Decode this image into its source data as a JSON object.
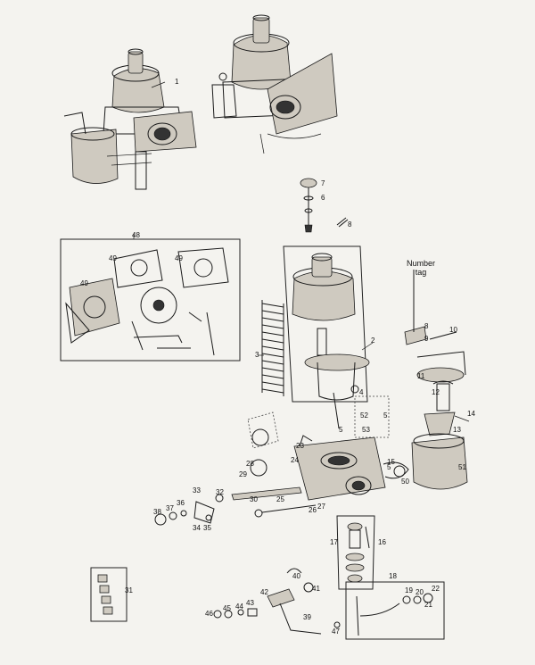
{
  "callout": {
    "line1": "Number",
    "line2": "tag"
  },
  "labels": [
    "1",
    "2",
    "3",
    "4",
    "5",
    "6",
    "7",
    "8",
    "8",
    "9",
    "10",
    "11",
    "12",
    "13",
    "14",
    "15",
    "16",
    "17",
    "18",
    "19",
    "20",
    "21",
    "22",
    "23",
    "24",
    "25",
    "26",
    "27",
    "28",
    "29",
    "30",
    "31",
    "32",
    "33",
    "34",
    "35",
    "36",
    "37",
    "38",
    "39",
    "40",
    "41",
    "42",
    "43",
    "44",
    "45",
    "46",
    "47",
    "48",
    "49",
    "49",
    "49",
    "50",
    "51",
    "52",
    "53",
    "5",
    "5"
  ],
  "icons": [
    "carburettor-assembly",
    "gasket",
    "spring",
    "piston",
    "float-chamber",
    "linkage"
  ]
}
